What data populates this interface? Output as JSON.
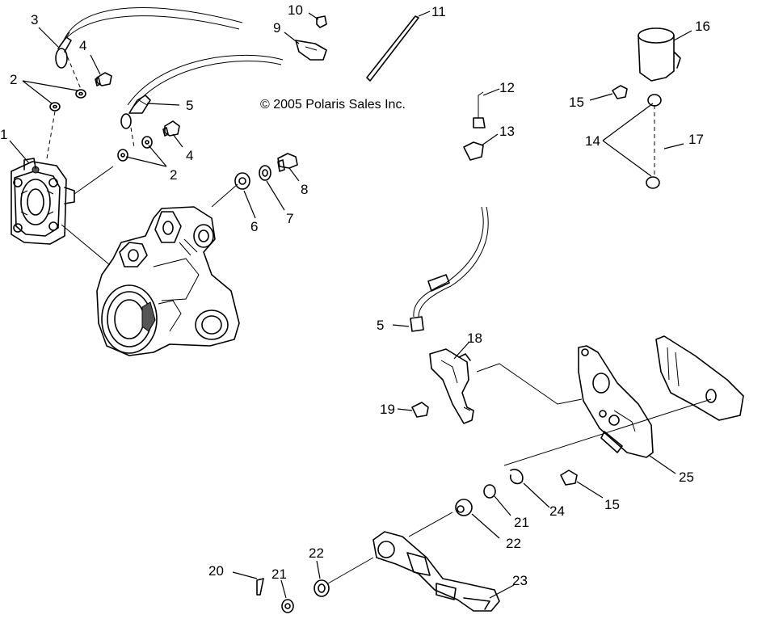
{
  "copyright": "© 2005 Polaris Sales Inc.",
  "callouts": [
    "1",
    "2",
    "3",
    "4",
    "5",
    "2",
    "4",
    "6",
    "7",
    "8",
    "9",
    "10",
    "11",
    "12",
    "13",
    "14",
    "15",
    "16",
    "17",
    "5",
    "18",
    "19",
    "25",
    "24",
    "15",
    "21",
    "22",
    "20",
    "21",
    "22",
    "23"
  ]
}
